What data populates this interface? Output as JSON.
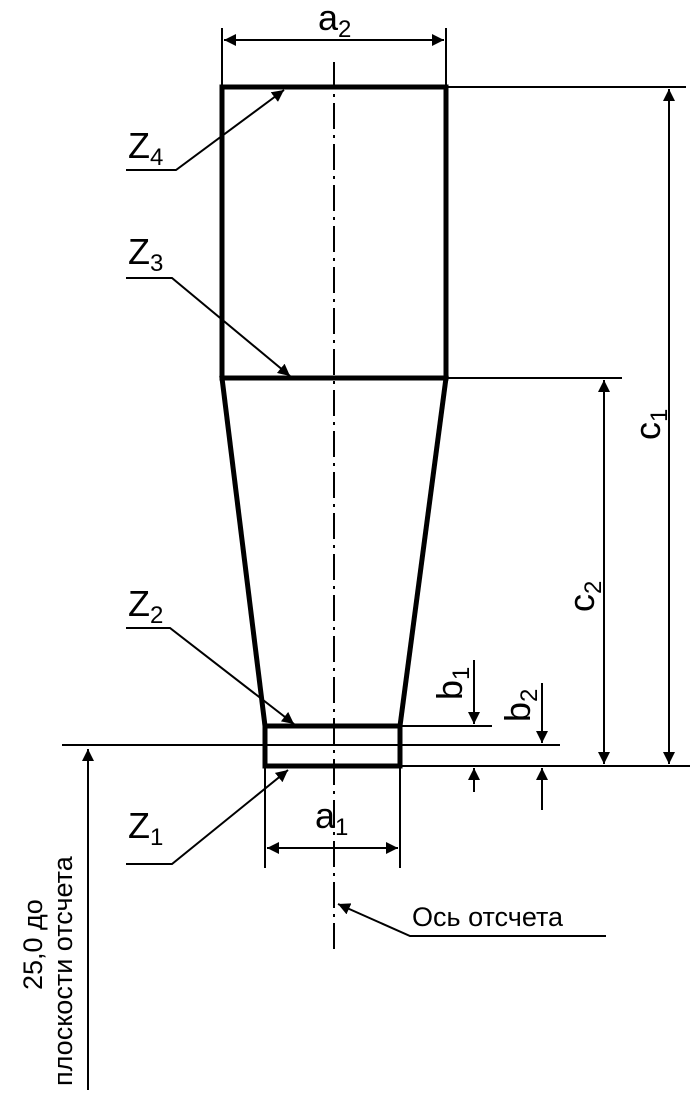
{
  "colors": {
    "line": "#000000",
    "background": "#ffffff"
  },
  "labels": {
    "a2": {
      "main": "a",
      "sub": "2"
    },
    "a1": {
      "main": "a",
      "sub": "1"
    },
    "b1": {
      "main": "b",
      "sub": "1"
    },
    "b2": {
      "main": "b",
      "sub": "2"
    },
    "c1": {
      "main": "c",
      "sub": "1"
    },
    "c2": {
      "main": "c",
      "sub": "2"
    },
    "z1": {
      "main": "Z",
      "sub": "1"
    },
    "z2": {
      "main": "Z",
      "sub": "2"
    },
    "z3": {
      "main": "Z",
      "sub": "3"
    },
    "z4": {
      "main": "Z",
      "sub": "4"
    }
  },
  "axis_label": "Ось отсчета",
  "reference_note": {
    "line1": "25,0 до",
    "line2": "плоскости отсчета"
  }
}
